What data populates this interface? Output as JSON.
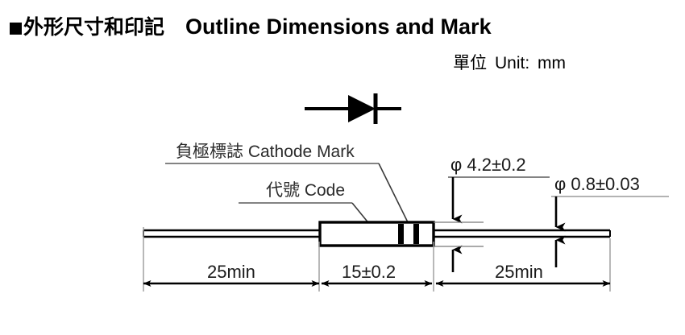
{
  "header": {
    "bullet": "square-bullet",
    "title_cn": "外形尺寸和印記",
    "title_en": "Outline Dimensions and Mark",
    "unit_cn": "單位",
    "unit_en": "Unit:",
    "unit_value": "mm"
  },
  "symbol": {
    "name": "diode-symbol",
    "description": "diode schematic symbol"
  },
  "callouts": {
    "cathode_mark": "負極標誌 Cathode Mark",
    "code": "代號 Code"
  },
  "diameters": {
    "body": "φ 4.2±0.2",
    "lead": "φ 0.8±0.03"
  },
  "dimensions": {
    "left_lead": "25min",
    "body_length": "15±0.2",
    "right_lead": "25min"
  },
  "colors": {
    "line": "#000000",
    "text": "#1a1a1a",
    "leader": "#3a3a3a",
    "extension": "#9a9a9a",
    "background": "#ffffff"
  }
}
